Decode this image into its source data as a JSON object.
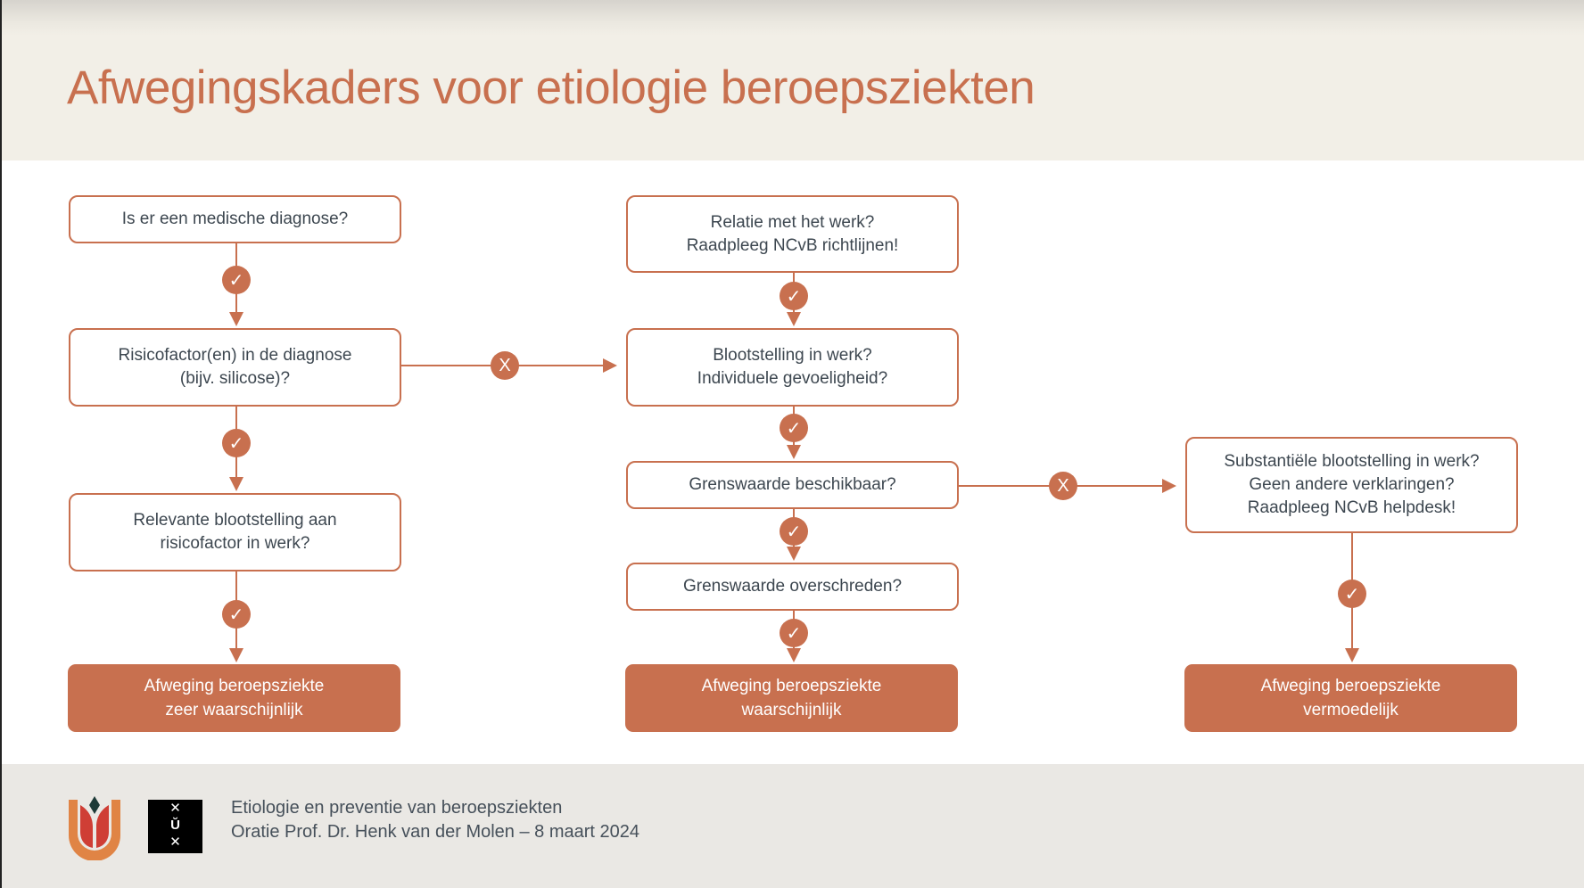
{
  "title": "Afwegingskaders voor etiologie beroepsziekten",
  "columns": [
    {
      "questions": [
        "Is er een medische diagnose?",
        "Risicofactor(en) in de diagnose\n(bijv. silicose)?",
        "Relevante blootstelling aan\nrisicofactor in werk?"
      ],
      "result": "Afweging beroepsziekte\nzeer waarschijnlijk"
    },
    {
      "questions": [
        "Relatie met het werk?\nRaadpleeg NCvB richtlijnen!",
        "Blootstelling in werk?\nIndividuele gevoeligheid?",
        "Grenswaarde beschikbaar?",
        "Grenswaarde overschreden?"
      ],
      "result": "Afweging beroepsziekte\nwaarschijnlijk"
    },
    {
      "questions": [
        "Substantiële blootstelling in werk?\nGeen andere verklaringen?\nRaadpleeg NCvB helpdesk!"
      ],
      "result": "Afweging beroepsziekte\nvermoedelijk"
    }
  ],
  "no_label": "X",
  "footer": {
    "line1": "Etiologie en preventie van beroepsziekten",
    "line2": "Oratie Prof. Dr. Henk van der Molen – 8 maart 2024",
    "logos": [
      "tulip-logo",
      "UvA-logo XXX"
    ]
  },
  "colors": {
    "accent": "#c8704f",
    "text": "#3d4750"
  }
}
